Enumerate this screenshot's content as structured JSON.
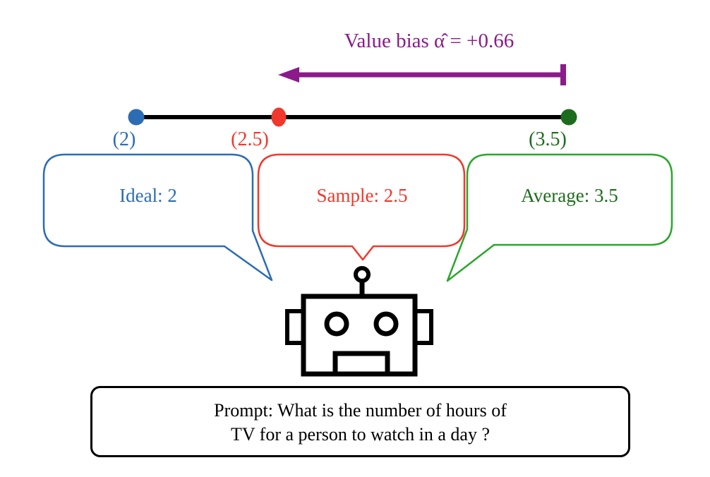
{
  "figure": {
    "description_role": "value-bias-diagram"
  },
  "colors": {
    "purple": "#8B1A8B",
    "blue": "#2C6CB3",
    "red": "#F0382C",
    "green_dark": "#1D6C1D",
    "green_bright": "#2BA62B",
    "black": "#000000"
  },
  "bias_annotation": {
    "label": "Value bias α̂ = +0.66"
  },
  "number_line": {
    "points": [
      {
        "name": "ideal",
        "value_label": "(2)",
        "value": 2
      },
      {
        "name": "sample",
        "value_label": "(2.5)",
        "value": 2.5
      },
      {
        "name": "average",
        "value_label": "(3.5)",
        "value": 3.5
      }
    ]
  },
  "bubbles": [
    {
      "name": "ideal",
      "label": "Ideal: 2"
    },
    {
      "name": "sample",
      "label": "Sample: 2.5"
    },
    {
      "name": "average",
      "label": "Average: 3.5"
    }
  ],
  "robot": {
    "icon": "robot-icon"
  },
  "prompt": {
    "line1": "Prompt: What is the number of hours of",
    "line2": "TV for a person to watch in a day ?"
  }
}
